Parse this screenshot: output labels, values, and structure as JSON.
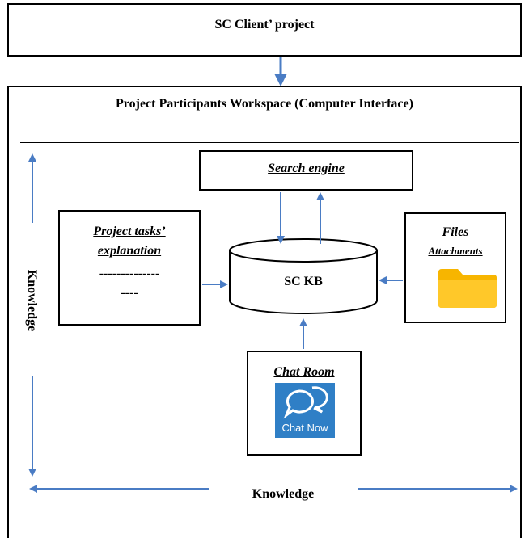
{
  "client_box": {
    "label": "SC Client’ project"
  },
  "workspace": {
    "title": "Project Participants Workspace (Computer Interface)"
  },
  "search_engine": {
    "label": "Search engine"
  },
  "tasks": {
    "title_line1": "Project tasks’",
    "title_line2": "explanation",
    "dashes_line1": "--------------",
    "dashes_line2": "----"
  },
  "kb": {
    "label": "SC KB"
  },
  "files": {
    "title": "Files",
    "subtitle": "Attachments",
    "icon": "folder-icon"
  },
  "chat": {
    "title": "Chat Room",
    "icon_text": "Chat Now",
    "icon": "chat-bubbles-icon"
  },
  "axes": {
    "vertical_label": "Knowledge",
    "horizontal_label": "Knowledge"
  },
  "colors": {
    "arrow": "#4a7cc4",
    "folder": "#f7b500",
    "chat_bg": "#2f7fc6"
  }
}
